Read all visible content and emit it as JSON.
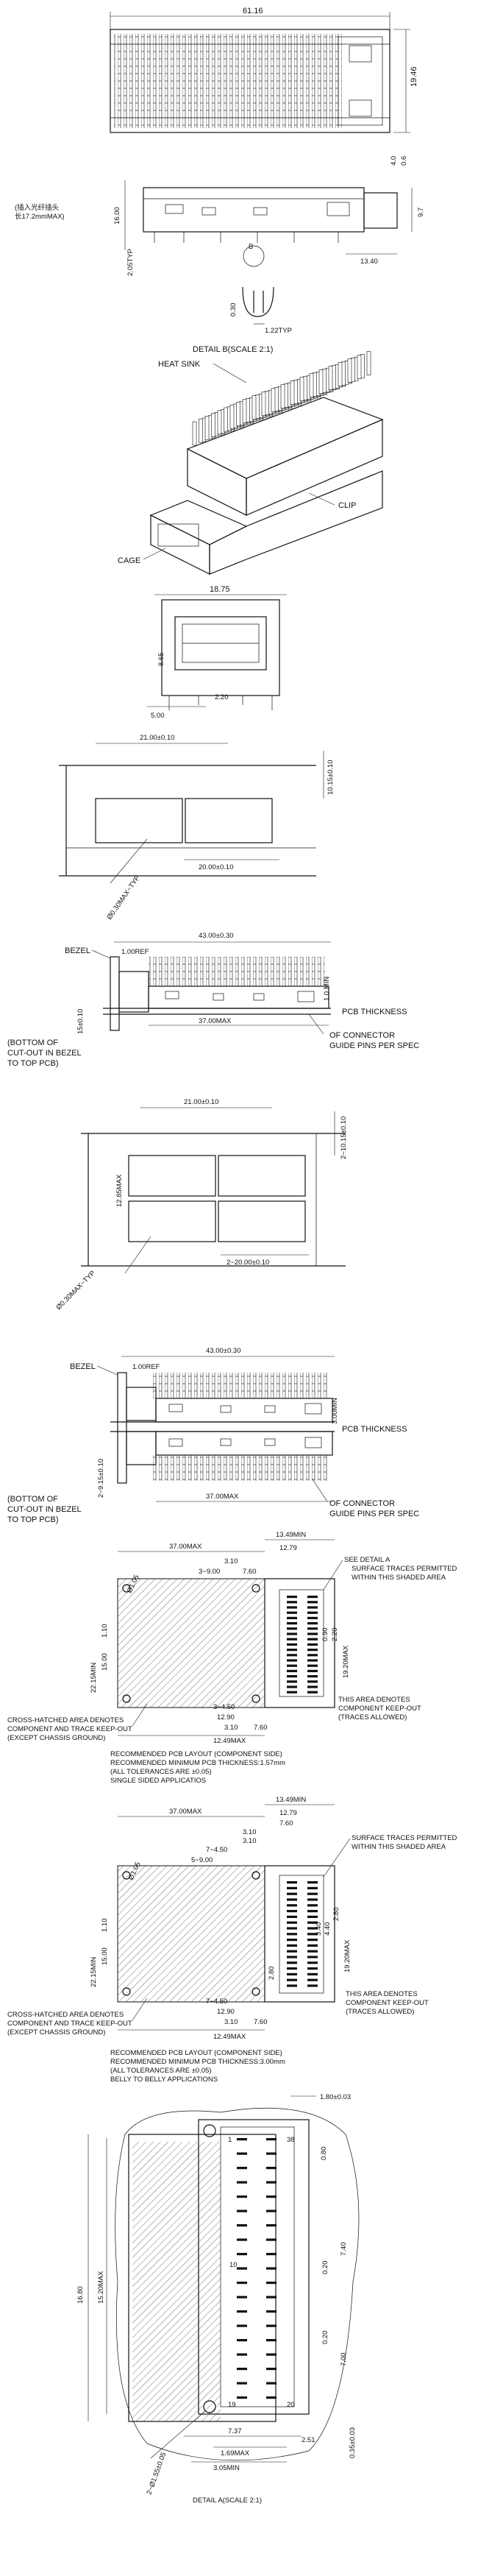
{
  "top_view": {
    "width_dim": "61.16",
    "height_dim": "19.46",
    "right_dim_small": "4.0",
    "right_dim_small2": "0.6"
  },
  "side_view": {
    "cn_note": "(插入光纤插头",
    "cn_note_sub": "长17.2mmMAX)",
    "dim_16": "16.00",
    "dim_97": "9.7",
    "dim_1340": "13.40",
    "dim_205": "2.05TYP",
    "dim_030": "0.30",
    "dim_122": "1.22TYP",
    "detail_title": "DETAIL B(SCALE 2:1)",
    "callout_b": "B"
  },
  "iso_view": {
    "heat_sink": "HEAT SINK",
    "clip": "CLIP",
    "cage": "CAGE"
  },
  "front_view": {
    "dim_1875": "18.75",
    "dim_865": "8.65",
    "dim_500": "5.00",
    "dim_220": "2.20"
  },
  "cutout1": {
    "dim_top": "21.00±0.10",
    "dim_right": "10.15±0.10",
    "dim_bottom": "20.00±0.10",
    "dim_diag": "Ø0.30MAX~TYP"
  },
  "bezel1": {
    "dim_top": "43.00±0.30",
    "dim_ref": "1.00REF",
    "bezel": "BEZEL",
    "pcb": "PCB THICKNESS",
    "dim_min": "1.0 MIN",
    "dim_left": "15±0.10",
    "dim_bottom": "37.00MAX",
    "note1": "(BOTTOM OF",
    "note2": "CUT-OUT IN BEZEL",
    "note3": "TO TOP PCB)",
    "guide1": "OF CONNECTOR",
    "guide2": "GUIDE PINS PER SPEC"
  },
  "cutout2": {
    "dim_top": "21.00±0.10",
    "dim_right": "2~10.15±0.10",
    "dim_left": "12.85MAX",
    "dim_bottom": "2~20.00±0.10",
    "dim_diag": "Ø0.30MAX~TYP"
  },
  "bezel2": {
    "dim_top": "43.00±0.30",
    "dim_ref": "1.00REF",
    "bezel": "BEZEL",
    "pcb": "PCB THICKNESS",
    "dim_min": "3.00MIN",
    "dim_left": "2~9.15±0.10",
    "dim_bottom": "37.00MAX",
    "note1": "(BOTTOM OF",
    "note2": "CUT-OUT IN BEZEL",
    "note3": "TO TOP PCB)",
    "guide1": "OF CONNECTOR",
    "guide2": "GUIDE PINS PER SPEC"
  },
  "pcb1": {
    "dim_1349": "13.49MIN",
    "dim_3700": "37.00MAX",
    "dim_1279": "12.79",
    "dim_310a": "3.10",
    "dim_9": "3~9.00",
    "dim_760a": "7.60",
    "dim_phi": "Ø1.05",
    "dim_2215": "22.15MIN",
    "dim_1500": "15.00",
    "dim_110": "1.10",
    "dim_1920": "19.20MAX",
    "dim_220": "2.20",
    "dim_090": "0.90",
    "dim_450": "3~4.50",
    "dim_1290": "12.90",
    "dim_310b": "3.10",
    "dim_760b": "7.60",
    "dim_1249": "12.49MAX",
    "detail_a": "SEE DETAIL A",
    "surface1": "SURFACE TRACES PERMITTED",
    "surface2": "WITHIN THIS SHADED AREA",
    "area1": "THIS AREA DENOTES",
    "area2": "COMPONENT KEEP-OUT",
    "area3": "(TRACES ALLOWED)",
    "cross1": "CROSS-HATCHED AREA DENOTES",
    "cross2": "COMPONENT AND TRACE KEEP-OUT",
    "cross3": "(EXCEPT CHASSIS GROUND)",
    "note1": "RECOMMENDED PCB LAYOUT (COMPONENT SIDE)",
    "note2": "RECOMMENDED MINIMUM PCB THICKNESS:1.57mm",
    "note3": "(ALL TOLERANCES ARE ±0.05)",
    "note4": "SINGLE SIDED APPLICATIOS"
  },
  "pcb2": {
    "dim_1349": "13.49MIN",
    "dim_3700": "37.00MAX",
    "dim_1279": "12.79",
    "dim_760": "7.60",
    "dim_310a": "3.10",
    "dim_310b": "3.10",
    "dim_450a": "7~4.50",
    "dim_9": "5~9.00",
    "dim_phi": "Ø1.05",
    "dim_2215": "22.15MIN",
    "dim_1500": "15.00",
    "dim_110": "1.10",
    "dim_1920": "19.20MAX",
    "dim_280": "2.80",
    "dim_440": "4.40",
    "dim_340": "3.40",
    "dim_280b": "2.80",
    "dim_450b": "7~4.50",
    "dim_1290": "12.90",
    "dim_310c": "3.10",
    "dim_760b": "7.60",
    "dim_1249": "12.49MAX",
    "surface1": "SURFACE TRACES PERMITTED",
    "surface2": "WITHIN THIS SHADED AREA",
    "area1": "THIS AREA DENOTES",
    "area2": "COMPONENT KEEP-OUT",
    "area3": "(TRACES ALLOWED)",
    "cross1": "CROSS-HATCHED AREA DENOTES",
    "cross2": "COMPONENT AND TRACE KEEP-OUT",
    "cross3": "(EXCEPT CHASSIS GROUND)",
    "note1": "RECOMMENDED PCB LAYOUT (COMPONENT SIDE)",
    "note2": "RECOMMENDED MINIMUM PCB THICKNESS:3.00mm",
    "note3": "(ALL TOLERANCES ARE ±0.05)",
    "note4": "BELLY TO BELLY APPLICATIONS"
  },
  "detail_a": {
    "dim_180": "1.80±0.03",
    "dim_1680": "16.80",
    "dim_1520": "15.20MAX",
    "dim_080": "0.80",
    "dim_740": "7.40",
    "dim_020": "0.20",
    "dim_020b": "0.20",
    "dim_700": "7.00",
    "dim_035": "0.35±0.03",
    "dim_737": "7.37",
    "dim_251": "2.51",
    "dim_169": "1.69MAX",
    "dim_305": "3.05MIN",
    "dim_phi": "2~Ø1.55±0.05",
    "pin1": "1",
    "pin10": "10",
    "pin19": "19",
    "pin20": "20",
    "pin38": "38",
    "title": "DETAIL A(SCALE 2:1)"
  }
}
